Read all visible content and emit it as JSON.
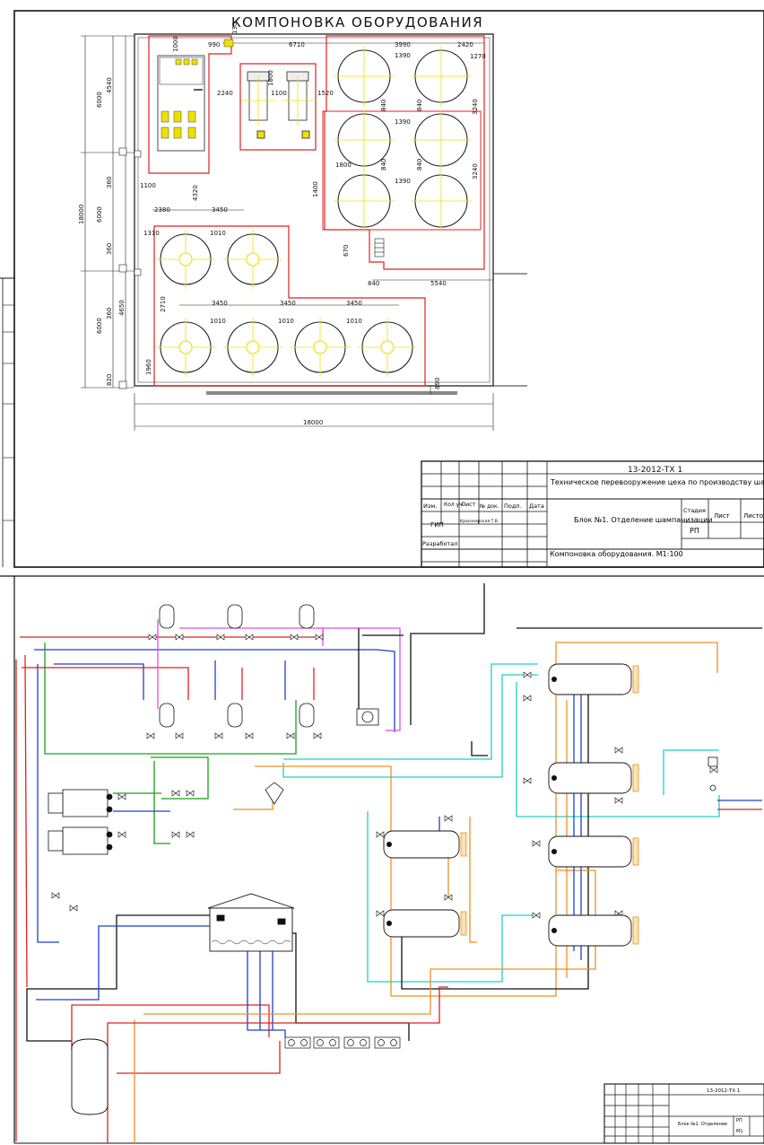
{
  "sheet1": {
    "title": "КОМПОНОВКА ОБОРУДОВАНИЯ",
    "dims": {
      "top": [
        "990",
        "130",
        "6710",
        "3990",
        "2420"
      ],
      "left_total": "18000",
      "left_a": "6000",
      "left_b": "6000",
      "left_c": "6000",
      "left_4540": "4540",
      "left_4650": "4650",
      "left_1960": "1960",
      "left_820": "820",
      "left_360a": "360",
      "left_360b": "360",
      "left_360c": "360",
      "d1000": "1000",
      "d1100a": "1100",
      "d1100b": "1100",
      "d2240": "2240",
      "d1800a": "1800",
      "d1520": "1520",
      "d1270": "1270",
      "d1390a": "1390",
      "d1390b": "1390",
      "d1390c": "1390",
      "d840a": "840",
      "d840b": "840",
      "d840c": "840",
      "d840d": "840",
      "d840e": "840",
      "d3240a": "3240",
      "d3240b": "3240",
      "d1800b": "1800",
      "d1400": "1400",
      "d4320": "4320",
      "d2380": "2380",
      "d3450a": "3450",
      "d1310": "1310",
      "d1010a": "1010",
      "d2710": "2710",
      "d3450b": "3450",
      "d3450c": "3450",
      "d3450d": "3450",
      "d1010b": "1010",
      "d1010c": "1010",
      "d1010d": "1010",
      "d670": "670",
      "d5540": "5540",
      "d890": "890",
      "bottom_total": "18000"
    },
    "stamp": {
      "code": "13-2012-ТХ 1",
      "project": "Техническое перевооружение цеха по производству шампанских вин",
      "h_izm": "Изм.",
      "h_kol": "Кол уч.",
      "h_list": "Лист",
      "h_doc": "№ док.",
      "h_podp": "Подп.",
      "h_data": "Дата",
      "gip": "ГИП",
      "gip_name": "Красноярская Т.В.",
      "razrab": "Разработал",
      "block": "Блок №1. Отделение шампанизации",
      "stage_h": "Стадия",
      "list_h": "Лист",
      "lists_h": "Листов",
      "stage": "РП",
      "drawing": "Компоновка оборудования. М1:100"
    }
  },
  "sheet2": {
    "stamp": {
      "code": "13-2012-ТХ 1",
      "block": "Блок №1. Отделение",
      "stage": "РП",
      "list": "М1"
    }
  },
  "colors": {
    "red": "#e02020",
    "yellow": "#f0e000",
    "blue": "#1f3fd0",
    "green": "#18a018",
    "cyan": "#19d2c8",
    "orange": "#f0901e",
    "magenta": "#e050e0",
    "ink": "#111111"
  }
}
